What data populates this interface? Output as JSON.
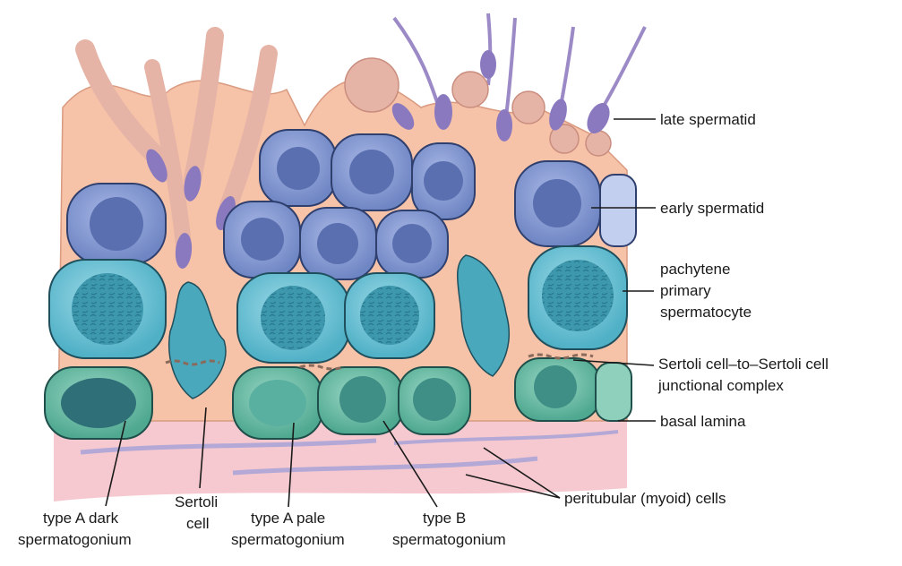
{
  "labels": {
    "late_spermatid": "late spermatid",
    "early_spermatid": "early spermatid",
    "pachytene_1": "pachytene",
    "pachytene_2": "primary",
    "pachytene_3": "spermatocyte",
    "junction_1": "Sertoli cell–to–Sertoli cell",
    "junction_2": "junctional complex",
    "basal_lamina": "basal lamina",
    "peritubular": "peritubular (myoid) cells",
    "type_a_dark_1": "type A dark",
    "type_a_dark_2": "spermatogonium",
    "sertoli_1": "Sertoli",
    "sertoli_2": "cell",
    "type_a_pale_1": "type A pale",
    "type_a_pale_2": "spermatogonium",
    "type_b_1": "type B",
    "type_b_2": "spermatogonium"
  },
  "colors": {
    "sertoli_cytoplasm": "#f6c2a8",
    "spermatid_cell": "#7f95cf",
    "spermatid_nucleus": "#5a6fb0",
    "spermatocyte_cell": "#6bbfd2",
    "spermatocyte_nucleus": "#3d97ad",
    "spermatogonium_cell": "#6fbfa8",
    "spermatogonium_nucleus": "#3f8f86",
    "sperm_head": "#8a79bf",
    "lamina": "#f2b9c2",
    "myoid": "#b3a8d6",
    "sertoli_nucleus": "#4aa8bd"
  }
}
